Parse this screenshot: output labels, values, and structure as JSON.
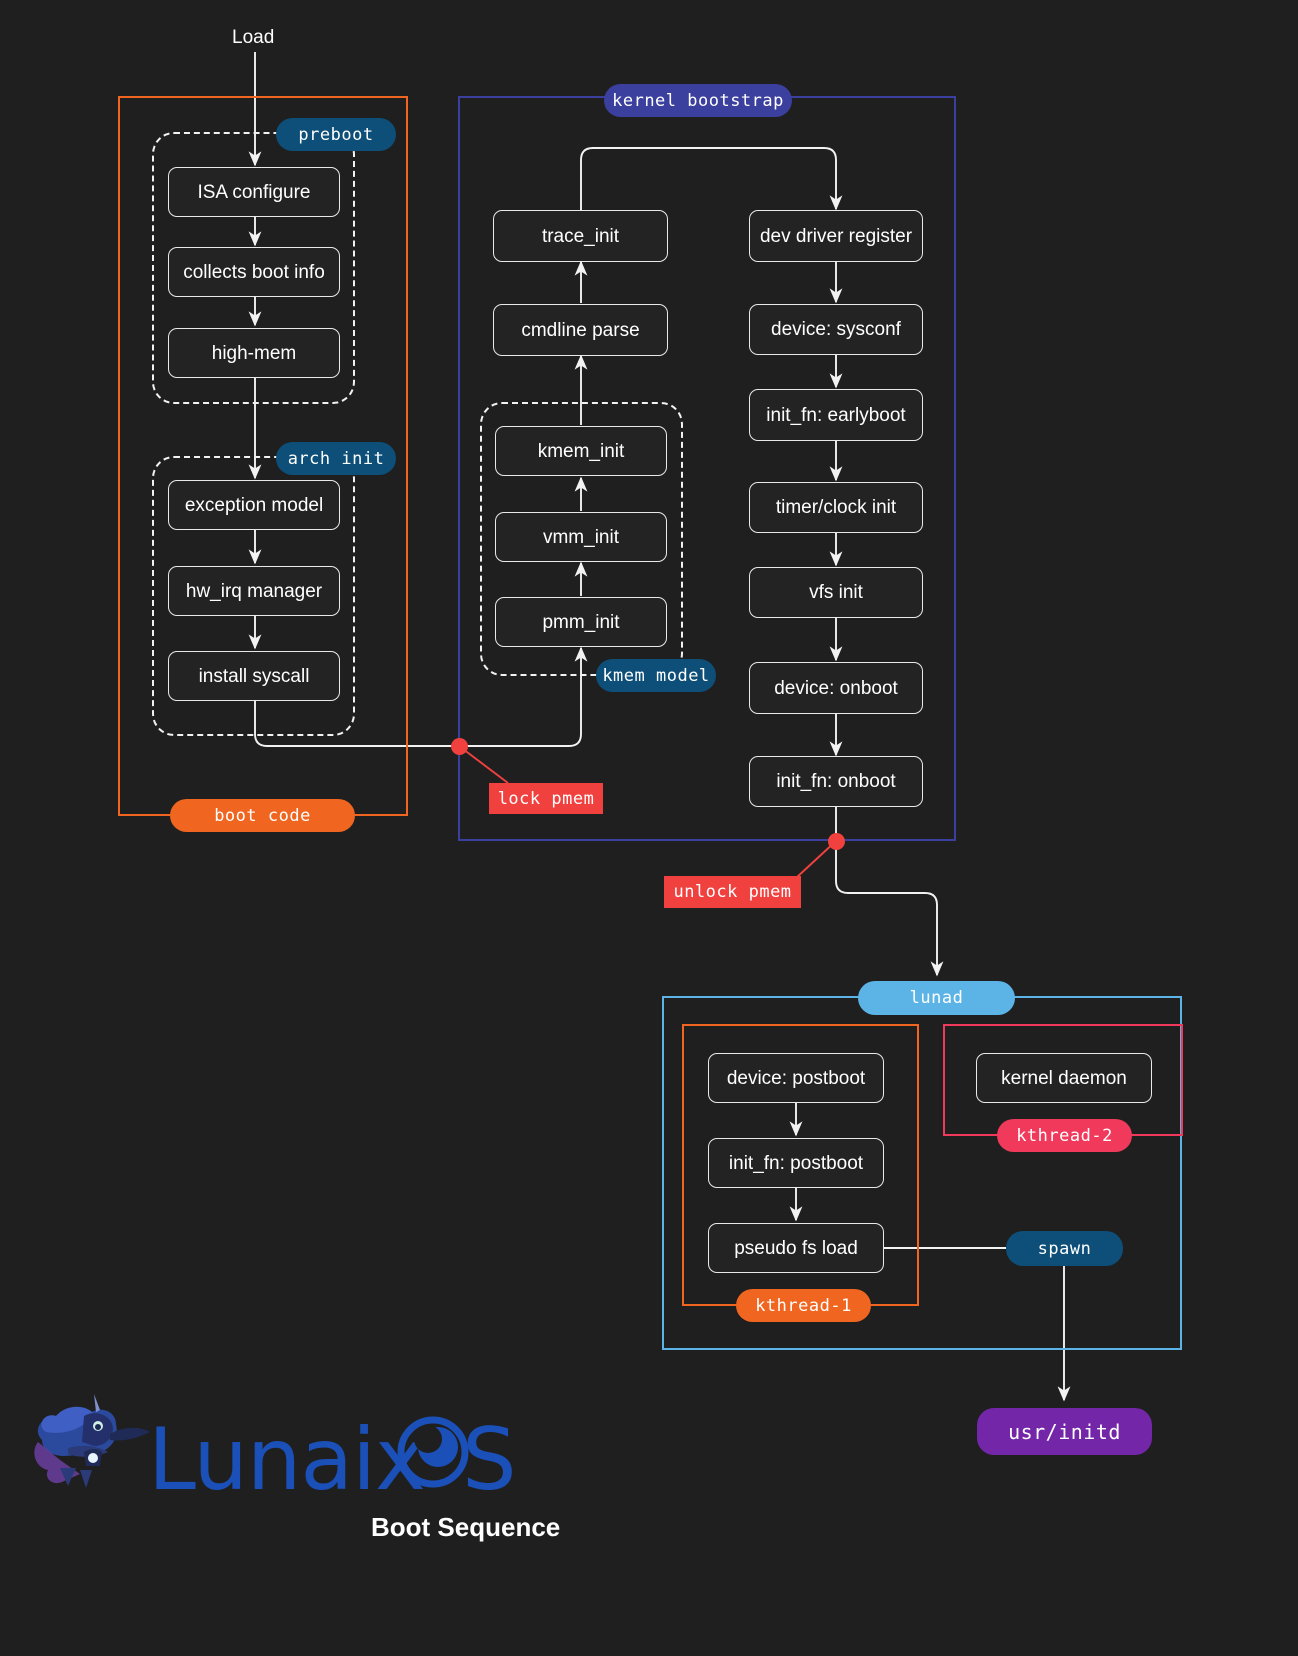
{
  "page": {
    "background": "#1f1f1f",
    "title": "Boot Sequence",
    "entry_label": "Load"
  },
  "colors": {
    "boot_code": "#f0651f",
    "kernel_bootstrap": "#3b3f9e",
    "lunad": "#5bb4e5",
    "kthread1": "#f0651f",
    "kthread2": "#f0395b",
    "tag_blue": "#0d4f78",
    "lock": "#f0413f",
    "initd": "#7326a8",
    "node_border": "#e9e9e9",
    "logo": "#1a50b8"
  },
  "clusters": {
    "boot_code": {
      "label": "boot code",
      "subgroups": [
        {
          "label": "preboot",
          "nodes": [
            "ISA configure",
            "collects boot info",
            "high-mem"
          ]
        },
        {
          "label": "arch init",
          "nodes": [
            "exception model",
            "hw_irq manager",
            "install syscall"
          ]
        }
      ]
    },
    "kernel_bootstrap": {
      "label": "kernel bootstrap",
      "left_column": [
        "trace_init",
        "cmdline parse"
      ],
      "kmem_model": {
        "label": "kmem model",
        "nodes": [
          "kmem_init",
          "vmm_init",
          "pmm_init"
        ]
      },
      "right_column": [
        "dev driver register",
        "device: sysconf",
        "init_fn: earlyboot",
        "timer/clock init",
        "vfs init",
        "device: onboot",
        "init_fn: onboot"
      ]
    },
    "lunad": {
      "label": "lunad",
      "kthread1": {
        "label": "kthread-1",
        "nodes": [
          "device: postboot",
          "init_fn: postboot",
          "pseudo fs load"
        ]
      },
      "kthread2": {
        "label": "kthread-2",
        "nodes": [
          "kernel daemon"
        ]
      },
      "spawn_label": "spawn"
    }
  },
  "markers": {
    "lock_pmem": "lock pmem",
    "unlock_pmem": "unlock pmem"
  },
  "terminal": {
    "label": "usr/initd"
  },
  "logo": {
    "name": "LunaixOS",
    "caption": "Boot Sequence"
  }
}
